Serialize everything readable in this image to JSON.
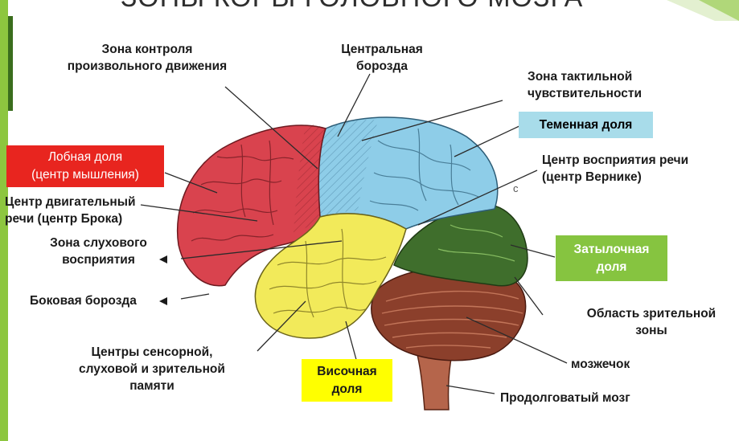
{
  "slide": {
    "title_fragment": "ЗОНЫ КОРЫ ГОЛОВНОГО МОЗГА"
  },
  "colors": {
    "frontal": "#d9434e",
    "parietal": "#8ecde8",
    "temporal": "#f2ea5a",
    "occipital": "#3f6e2c",
    "cerebellum": "#8b3f2b",
    "accent_green": "#8dc63f",
    "box_red": "#e8251f",
    "box_blue": "#a8dcea",
    "box_green": "#86c440",
    "box_yellow": "#ffff00"
  },
  "labels": {
    "motor_control": [
      "Зона контроля",
      "произвольного движения"
    ],
    "central_sulcus": [
      "Центральная",
      "борозда"
    ],
    "tactile": [
      "Зона тактильной",
      "чувствительности"
    ],
    "parietal_box": [
      "Теменная доля"
    ],
    "frontal_box": [
      "Лобная доля",
      "(центр мышления)"
    ],
    "wernicke": [
      "Центр восприятия речи",
      "(центр Вернике)"
    ],
    "broca": [
      "Центр двигательный",
      "речи (центр Брока)"
    ],
    "auditory": [
      "Зона слухового",
      "восприятия"
    ],
    "occipital_box": [
      "Затылочная",
      "доля"
    ],
    "lateral_sulcus": [
      "Боковая борозда"
    ],
    "visual_area": [
      "Область зрительной",
      "зоны"
    ],
    "memory": [
      "Центры сенсорной,",
      "слуховой и зрительной",
      "памяти"
    ],
    "temporal_box": [
      "Височная",
      "доля"
    ],
    "cerebellum": [
      "мозжечок"
    ],
    "medulla": [
      "Продолговатый мозг"
    ],
    "small_mark": "c"
  }
}
